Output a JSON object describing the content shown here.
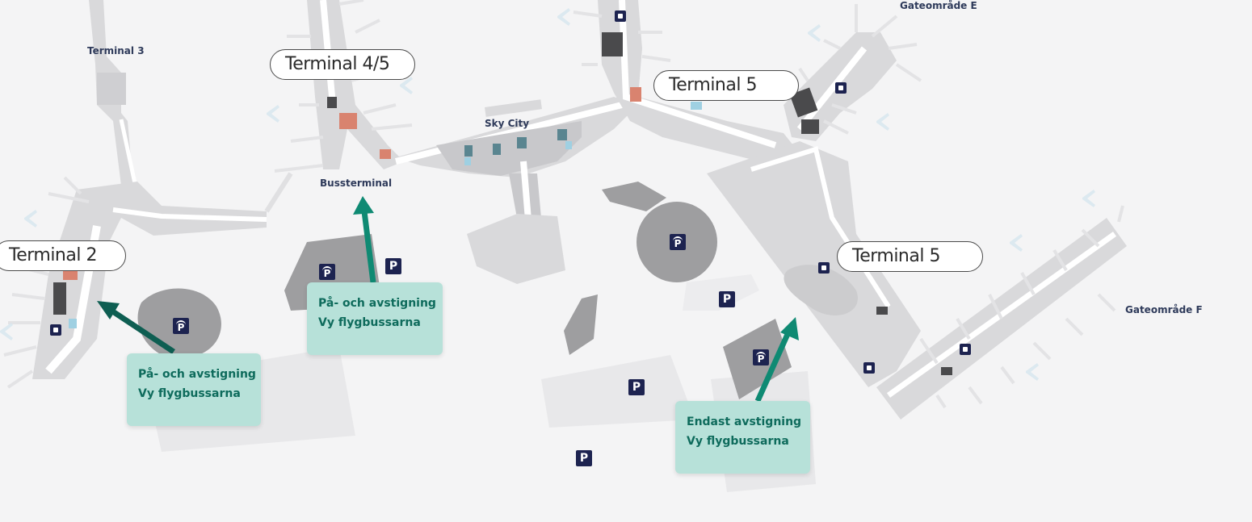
{
  "map": {
    "terminal_labels": {
      "terminal_2": "Terminal 2",
      "terminal_45": "Terminal 4/5",
      "terminal_5_north": "Terminal 5",
      "terminal_5_east": "Terminal 5"
    },
    "area_labels": {
      "terminal_3": "Terminal 3",
      "sky_city": "Sky City",
      "bussterminal": "Bussterminal",
      "gate_e": "Gateområde E",
      "gate_f": "Gateområde F"
    },
    "notes": {
      "left": {
        "line1": "På- och avstigning",
        "line2": "Vy flygbussarna"
      },
      "center": {
        "line1": "På- och avstigning",
        "line2": "Vy flygbussarna"
      },
      "right": {
        "line1": "Endast avstigning",
        "line2": "Vy flygbussarna"
      }
    },
    "parking_symbol": "P",
    "colors": {
      "background": "#f4f4f5",
      "building": "#d9d9db",
      "corridor": "#ffffff",
      "parking_area": "#9e9ea0",
      "note_fill": "#b7e1d9",
      "note_text": "#0e6b5c",
      "arrow": "#0f8a73",
      "arrow_dark": "#0e5e52",
      "icon_fill": "#1d2350"
    },
    "icons": [
      "parking-icon",
      "covered-parking-icon",
      "service-icon",
      "airplane-icon",
      "arrow-icon"
    ]
  }
}
